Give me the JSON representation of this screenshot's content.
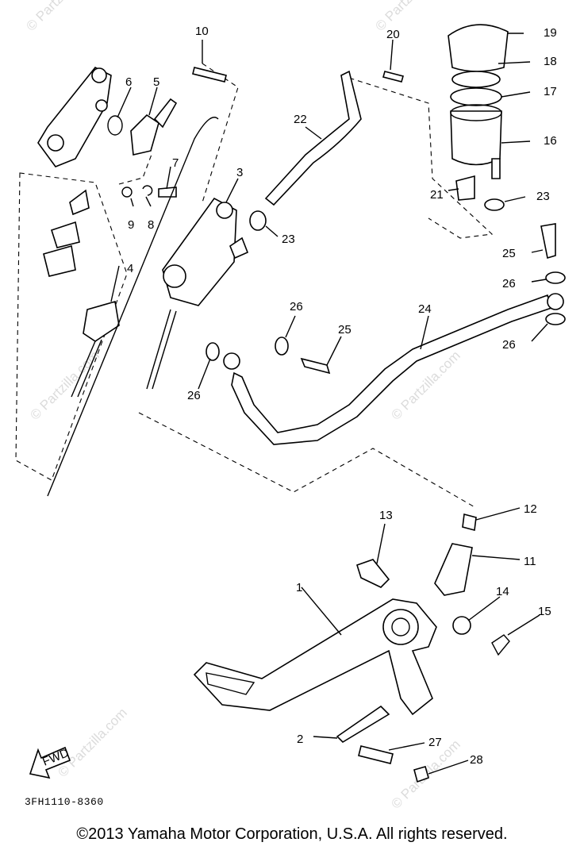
{
  "labels": {
    "l1": "1",
    "l2": "2",
    "l3": "3",
    "l4": "4",
    "l5": "5",
    "l6": "6",
    "l7": "7",
    "l8": "8",
    "l9": "9",
    "l10": "10",
    "l11": "11",
    "l12": "12",
    "l13": "13",
    "l14": "14",
    "l15": "15",
    "l16": "16",
    "l17": "17",
    "l18": "18",
    "l19": "19",
    "l20": "20",
    "l21": "21",
    "l22": "22",
    "l23a": "23",
    "l23b": "23",
    "l24": "24",
    "l25a": "25",
    "l25b": "25",
    "l26a": "26",
    "l26b": "26",
    "l26c": "26",
    "l26d": "26",
    "l27": "27",
    "l28": "28"
  },
  "fwd_label": "FWD",
  "watermark": "© Partzilla.com",
  "ref_code": "3FH1110-8360",
  "copyright": "©2013 Yamaha Motor Corporation, U.S.A. All rights reserved."
}
